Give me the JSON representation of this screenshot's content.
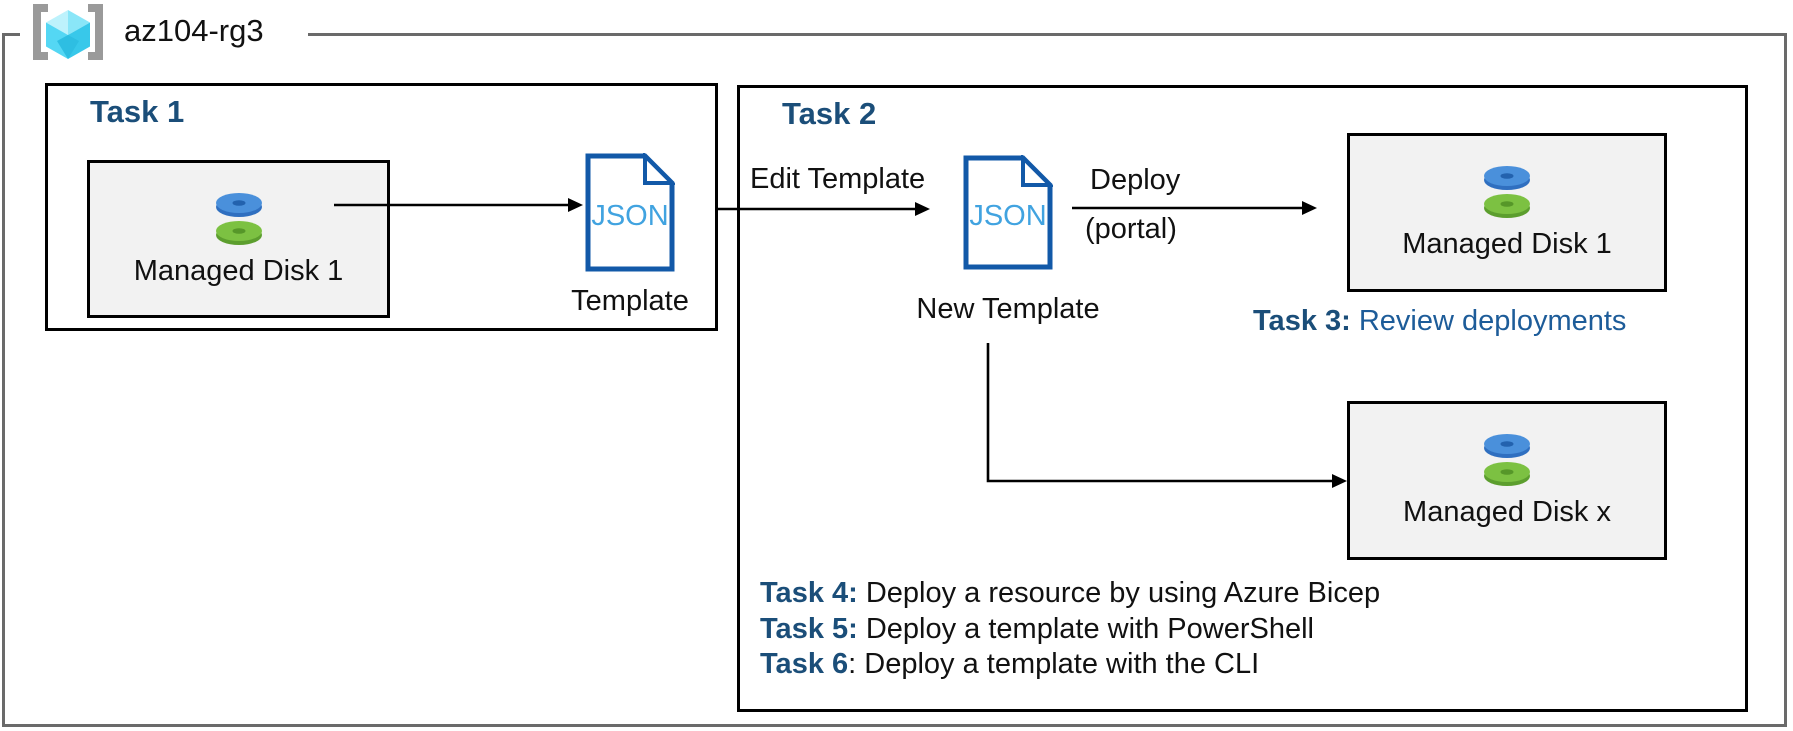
{
  "resource_group": {
    "name": "az104-rg3"
  },
  "task1": {
    "title": "Task 1",
    "disk_label": "Managed Disk 1",
    "json_text": "JSON",
    "template_caption": "Template"
  },
  "task2": {
    "title": "Task 2",
    "json_text": "JSON",
    "new_template_caption": "New Template",
    "deployed_disk1_label": "Managed Disk 1",
    "deployed_diskx_label": "Managed Disk x"
  },
  "arrows": {
    "edit_template_label": "Edit Template",
    "deploy_label": "Deploy",
    "deploy_sublabel": "(portal)"
  },
  "notes": {
    "task3": {
      "prefix": "Task 3:",
      "text": " Review deployments"
    },
    "task4": {
      "prefix": "Task 4:",
      "text": " Deploy a resource by using Azure Bicep"
    },
    "task5": {
      "prefix": "Task 5:",
      "text": " Deploy a template with PowerShell"
    },
    "task6": {
      "prefix": "Task 6",
      "text": ": Deploy a template with the CLI"
    }
  },
  "colors": {
    "task_heading_blue": "#1B4E79",
    "task3_text_blue": "#1D5C99",
    "json_icon_border": "#1259A8",
    "json_icon_text": "#41A3E0",
    "disk_box_fill": "#F2F2F2",
    "outer_border_gray": "#6A6A6A",
    "disk_blue": "#4A90DB",
    "disk_green": "#7CC142"
  }
}
